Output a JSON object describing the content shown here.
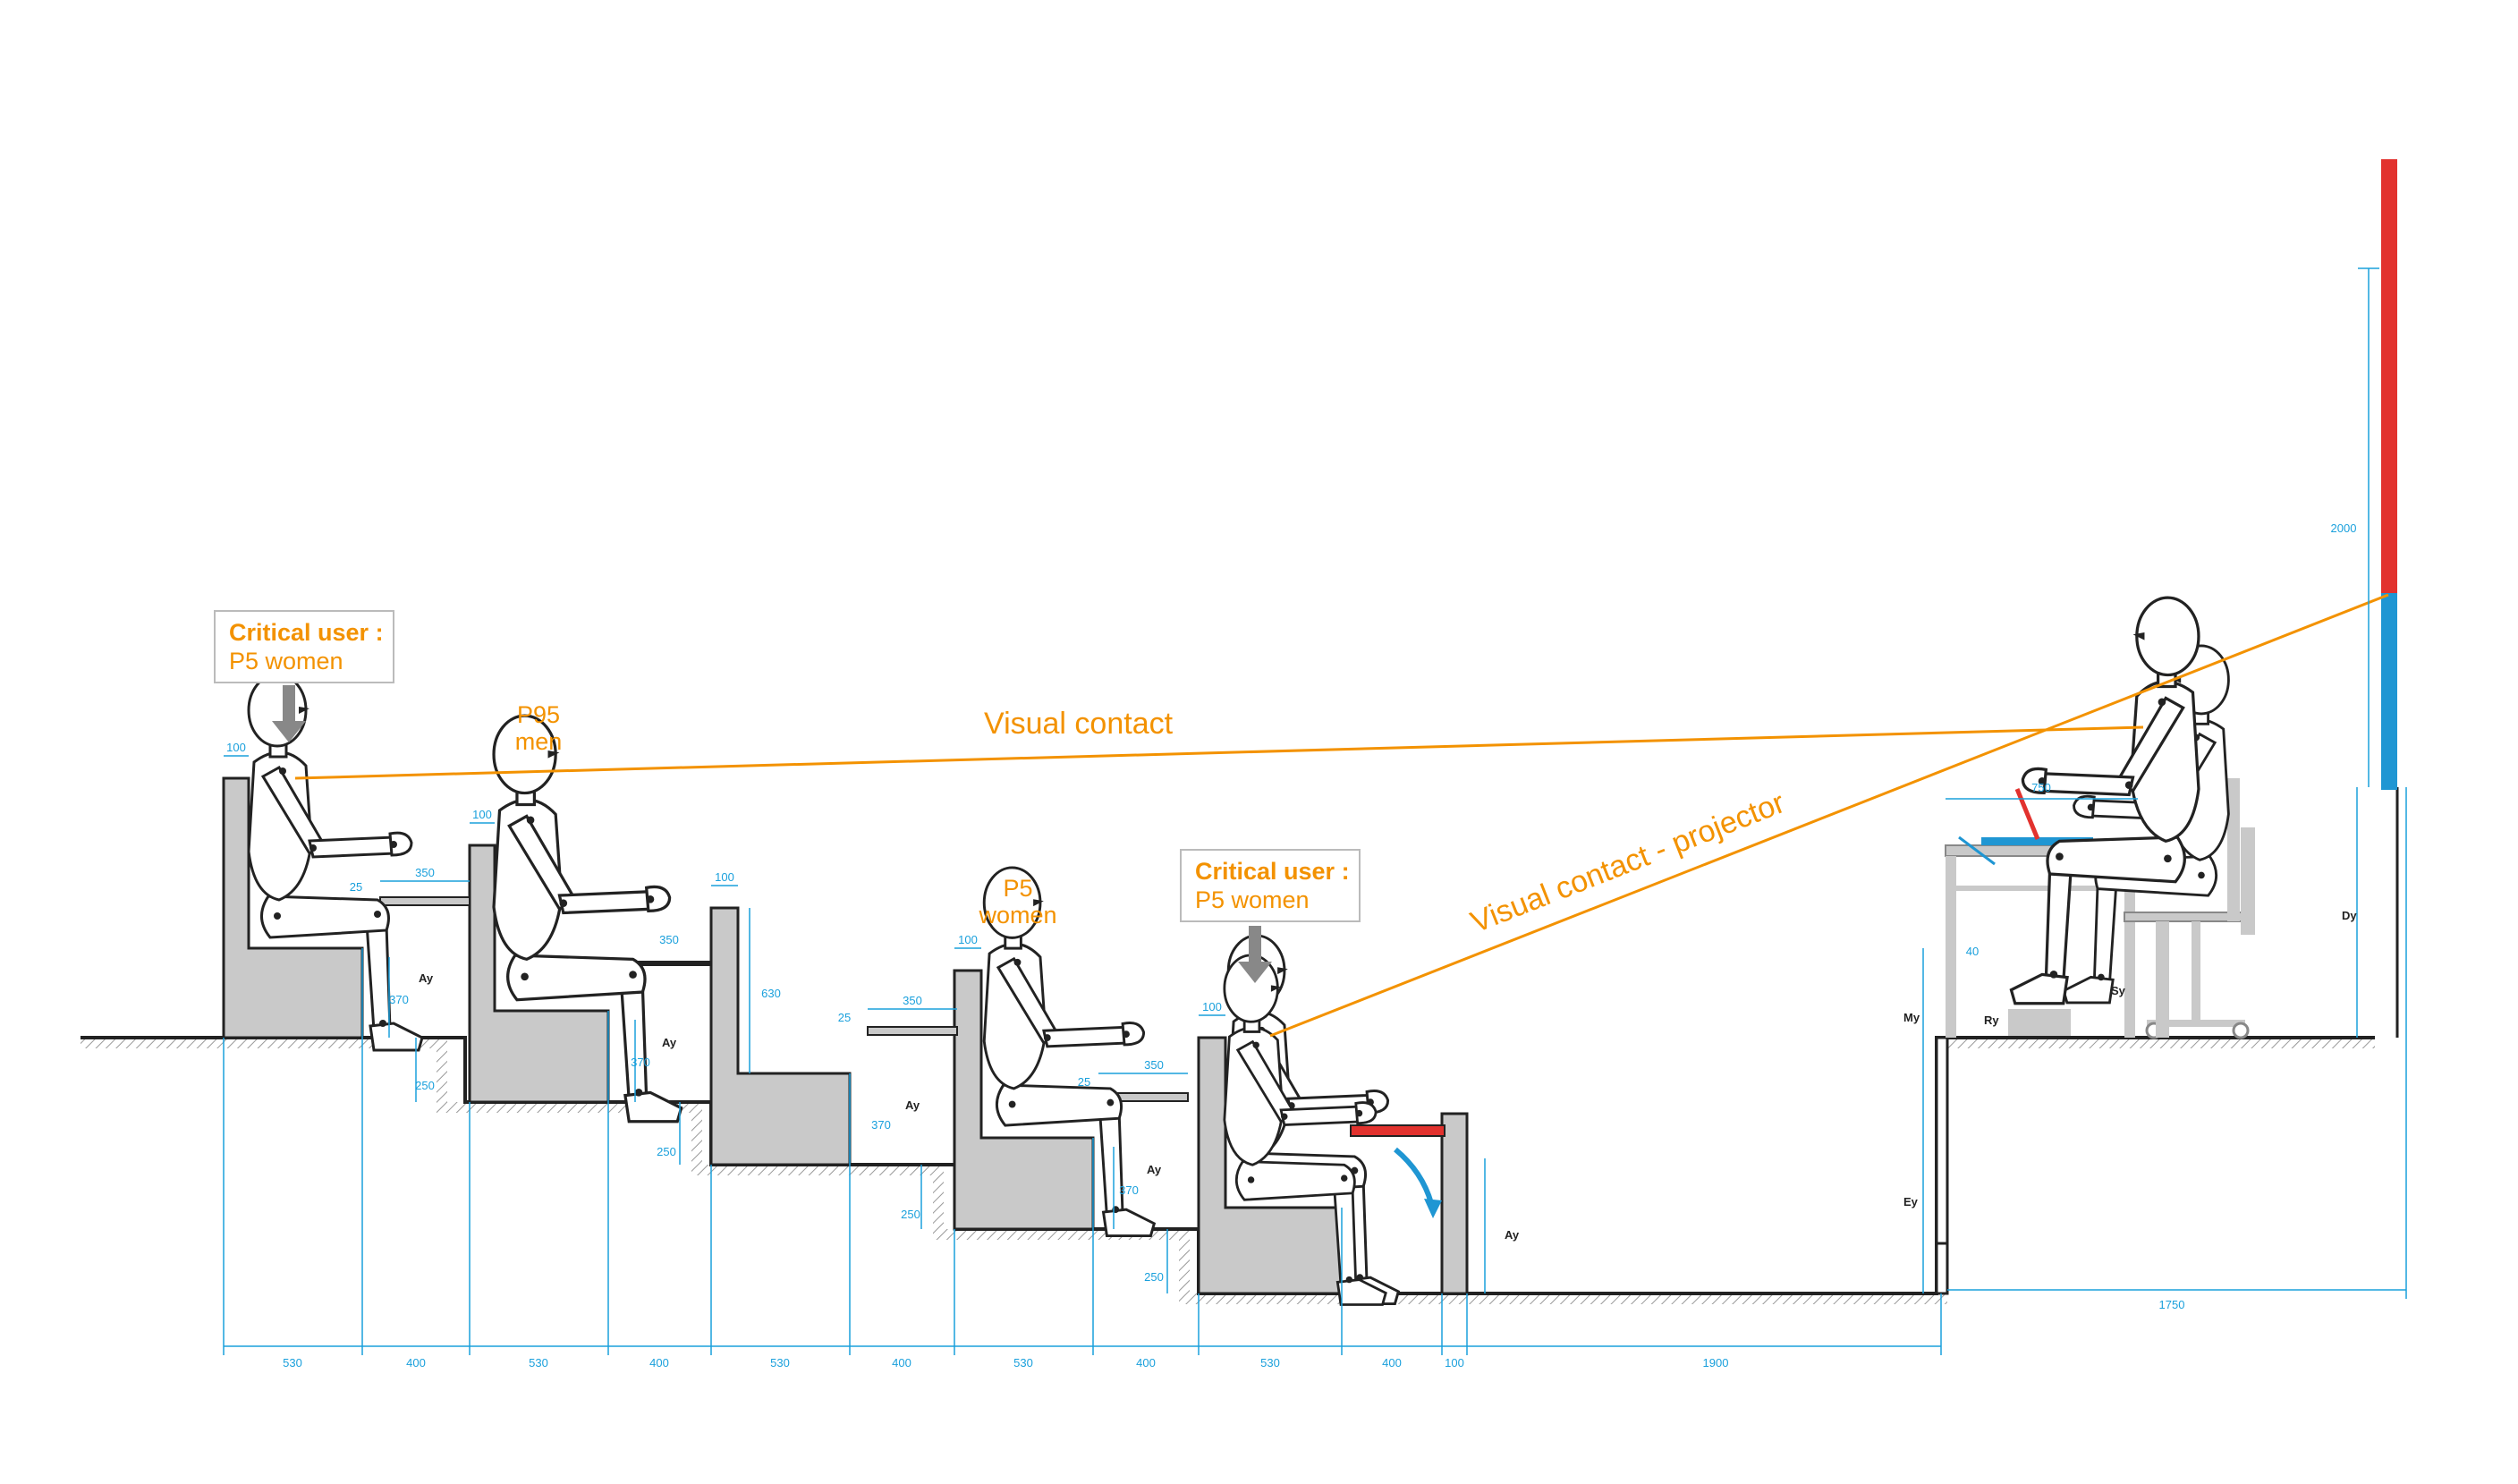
{
  "annotations": {
    "critical_user_1": {
      "title": "Critical user :",
      "subtitle": "P5 women"
    },
    "critical_user_2": {
      "title": "Critical user :",
      "subtitle": "P5 women"
    },
    "label_p95": {
      "line1": "P95",
      "line2": "men"
    },
    "label_p5": {
      "line1": "P5",
      "line2": "women"
    },
    "visual_contact": "Visual contact",
    "visual_contact_projector": "Visual contact - projector"
  },
  "dimensions": {
    "bottom": [
      "530",
      "400",
      "530",
      "400",
      "530",
      "400",
      "530",
      "400",
      "530",
      "400",
      "100",
      "1900"
    ],
    "stage_width": "1750",
    "screen_height": "2000",
    "seat_back_depth": [
      "100",
      "100",
      "100",
      "100",
      "100"
    ],
    "tablet_depth": [
      "350",
      "350",
      "350",
      "350"
    ],
    "tablet_thickness": [
      "25",
      "25",
      "25"
    ],
    "step_height": [
      "250",
      "250",
      "250",
      "250"
    ],
    "seat_height": [
      "370",
      "370",
      "370",
      "370"
    ],
    "back_height": "630",
    "desk_width": "750",
    "desk_gap": "40",
    "symbols": [
      "Ay",
      "Ay",
      "Ay",
      "Ay",
      "Ay",
      "My",
      "Ry",
      "Sy",
      "Ey",
      "Dy"
    ]
  },
  "colors": {
    "accent_orange": "#f39200",
    "dimension_blue": "#1aa0dc",
    "screen_red": "#e2322e",
    "screen_blue": "#1f96d3",
    "seat_gray": "#c9c9c9",
    "tablet_red": "#e2322e"
  }
}
